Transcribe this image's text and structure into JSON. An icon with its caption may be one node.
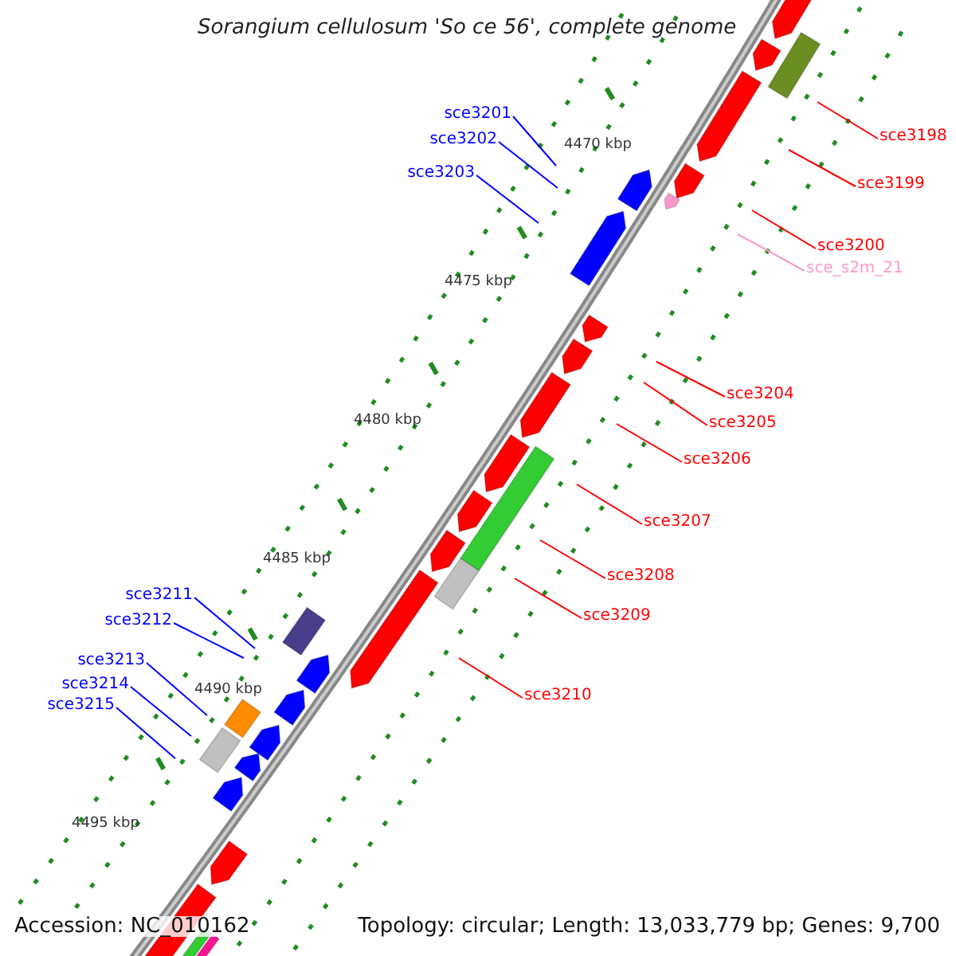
{
  "diagram": {
    "title": "Sorangium cellulosum 'So ce 56', complete genome",
    "nodes": [
      {
        "text": [
          "sce3198"
        ]
      },
      {
        "text": [
          "sce3199"
        ]
      },
      {
        "text": [
          "sce3200"
        ]
      },
      {
        "text": [
          "sce_s2m_21"
        ]
      },
      {
        "text": [
          "sce3201"
        ]
      },
      {
        "text": [
          "sce3202"
        ]
      },
      {
        "text": [
          "sce3203"
        ]
      },
      {
        "text": [
          "sce3204"
        ]
      },
      {
        "text": [
          "sce3205"
        ]
      },
      {
        "text": [
          "sce3206"
        ]
      },
      {
        "text": [
          "sce3207"
        ]
      },
      {
        "text": [
          "sce3208"
        ]
      },
      {
        "text": [
          "sce3209"
        ]
      },
      {
        "text": [
          "sce3210"
        ]
      },
      {
        "text": [
          "sce3211"
        ]
      },
      {
        "text": [
          "sce3212"
        ]
      },
      {
        "text": [
          "sce3213"
        ]
      },
      {
        "text": [
          "sce3214"
        ]
      },
      {
        "text": [
          "sce3215"
        ]
      }
    ],
    "edges": [
      {
        "from": 0,
        "to": null,
        "arrow": "none"
      },
      {
        "from": 1,
        "to": null,
        "arrow": "none"
      },
      {
        "from": 2,
        "to": null,
        "arrow": "none"
      },
      {
        "from": 3,
        "to": null,
        "arrow": "none",
        "color": "#ff99cc"
      },
      {
        "from": 4,
        "to": null,
        "arrow": "none",
        "color": "#0000ff"
      },
      {
        "from": 5,
        "to": null,
        "arrow": "none",
        "color": "#0000ff"
      },
      {
        "from": 6,
        "to": null,
        "arrow": "none",
        "color": "#0000ff"
      },
      {
        "from": 7,
        "to": null,
        "arrow": "none"
      },
      {
        "from": 8,
        "to": null,
        "arrow": "none"
      },
      {
        "from": 9,
        "to": null,
        "arrow": "none"
      },
      {
        "from": 10,
        "to": null,
        "arrow": "none"
      },
      {
        "from": 11,
        "to": null,
        "arrow": "none"
      },
      {
        "from": 12,
        "to": null,
        "arrow": "none"
      },
      {
        "from": 13,
        "to": null,
        "arrow": "none"
      },
      {
        "from": 14,
        "to": null,
        "arrow": "none",
        "color": "#0000ff"
      },
      {
        "from": 15,
        "to": null,
        "arrow": "none",
        "color": "#0000ff"
      },
      {
        "from": 16,
        "to": null,
        "arrow": "none",
        "color": "#0000ff"
      },
      {
        "from": 17,
        "to": null,
        "arrow": "none",
        "color": "#0000ff"
      },
      {
        "from": 18,
        "to": null,
        "arrow": "none",
        "color": "#0000ff"
      }
    ],
    "labels": [
      "4470 kbp",
      "4475 kbp",
      "4480 kbp",
      "4485 kbp",
      "4490 kbp",
      "4495 kbp",
      "Accession: NC_010162",
      "Topology: circular; Length: 13,033,779 bp; Genes: 9,700"
    ]
  }
}
